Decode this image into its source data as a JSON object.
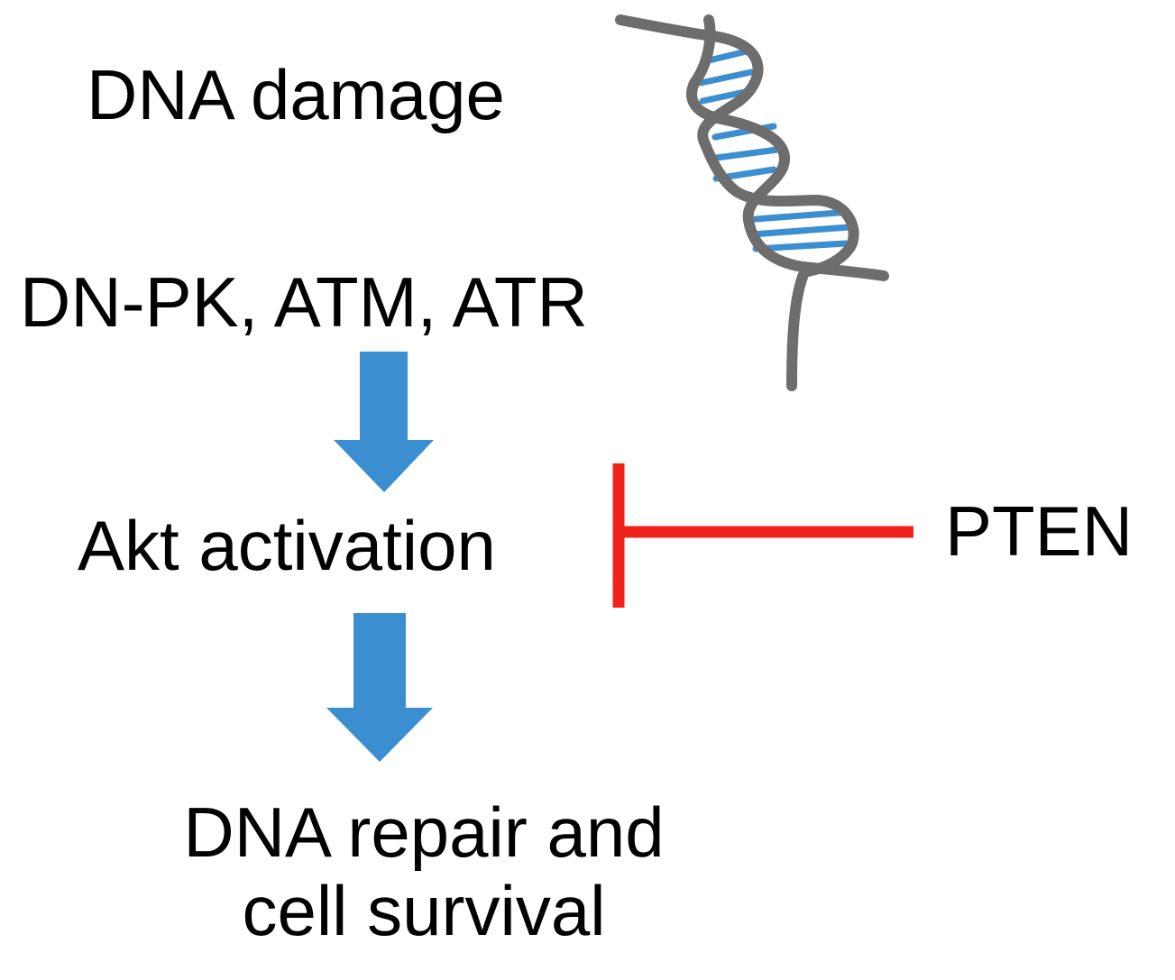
{
  "nodes": {
    "dna_damage": "DNA damage",
    "kinases": "DN-PK, ATM, ATR",
    "akt_activation": "Akt activation",
    "outcome": "DNA repair and cell survival",
    "inhibitor": "PTEN"
  },
  "edges": [
    {
      "from": "kinases",
      "to": "akt_activation",
      "type": "activation"
    },
    {
      "from": "akt_activation",
      "to": "outcome",
      "type": "activation"
    },
    {
      "from": "inhibitor",
      "to": "akt_activation",
      "type": "inhibition"
    }
  ],
  "colors": {
    "activation_arrow": "#3b8fd0",
    "inhibition_bar": "#f0231c",
    "dna_backbone": "#6d6d6d",
    "dna_base_pairs": "#3b8fd0",
    "text": "#000000"
  },
  "icons": {
    "dna": "dna-helix-icon"
  }
}
